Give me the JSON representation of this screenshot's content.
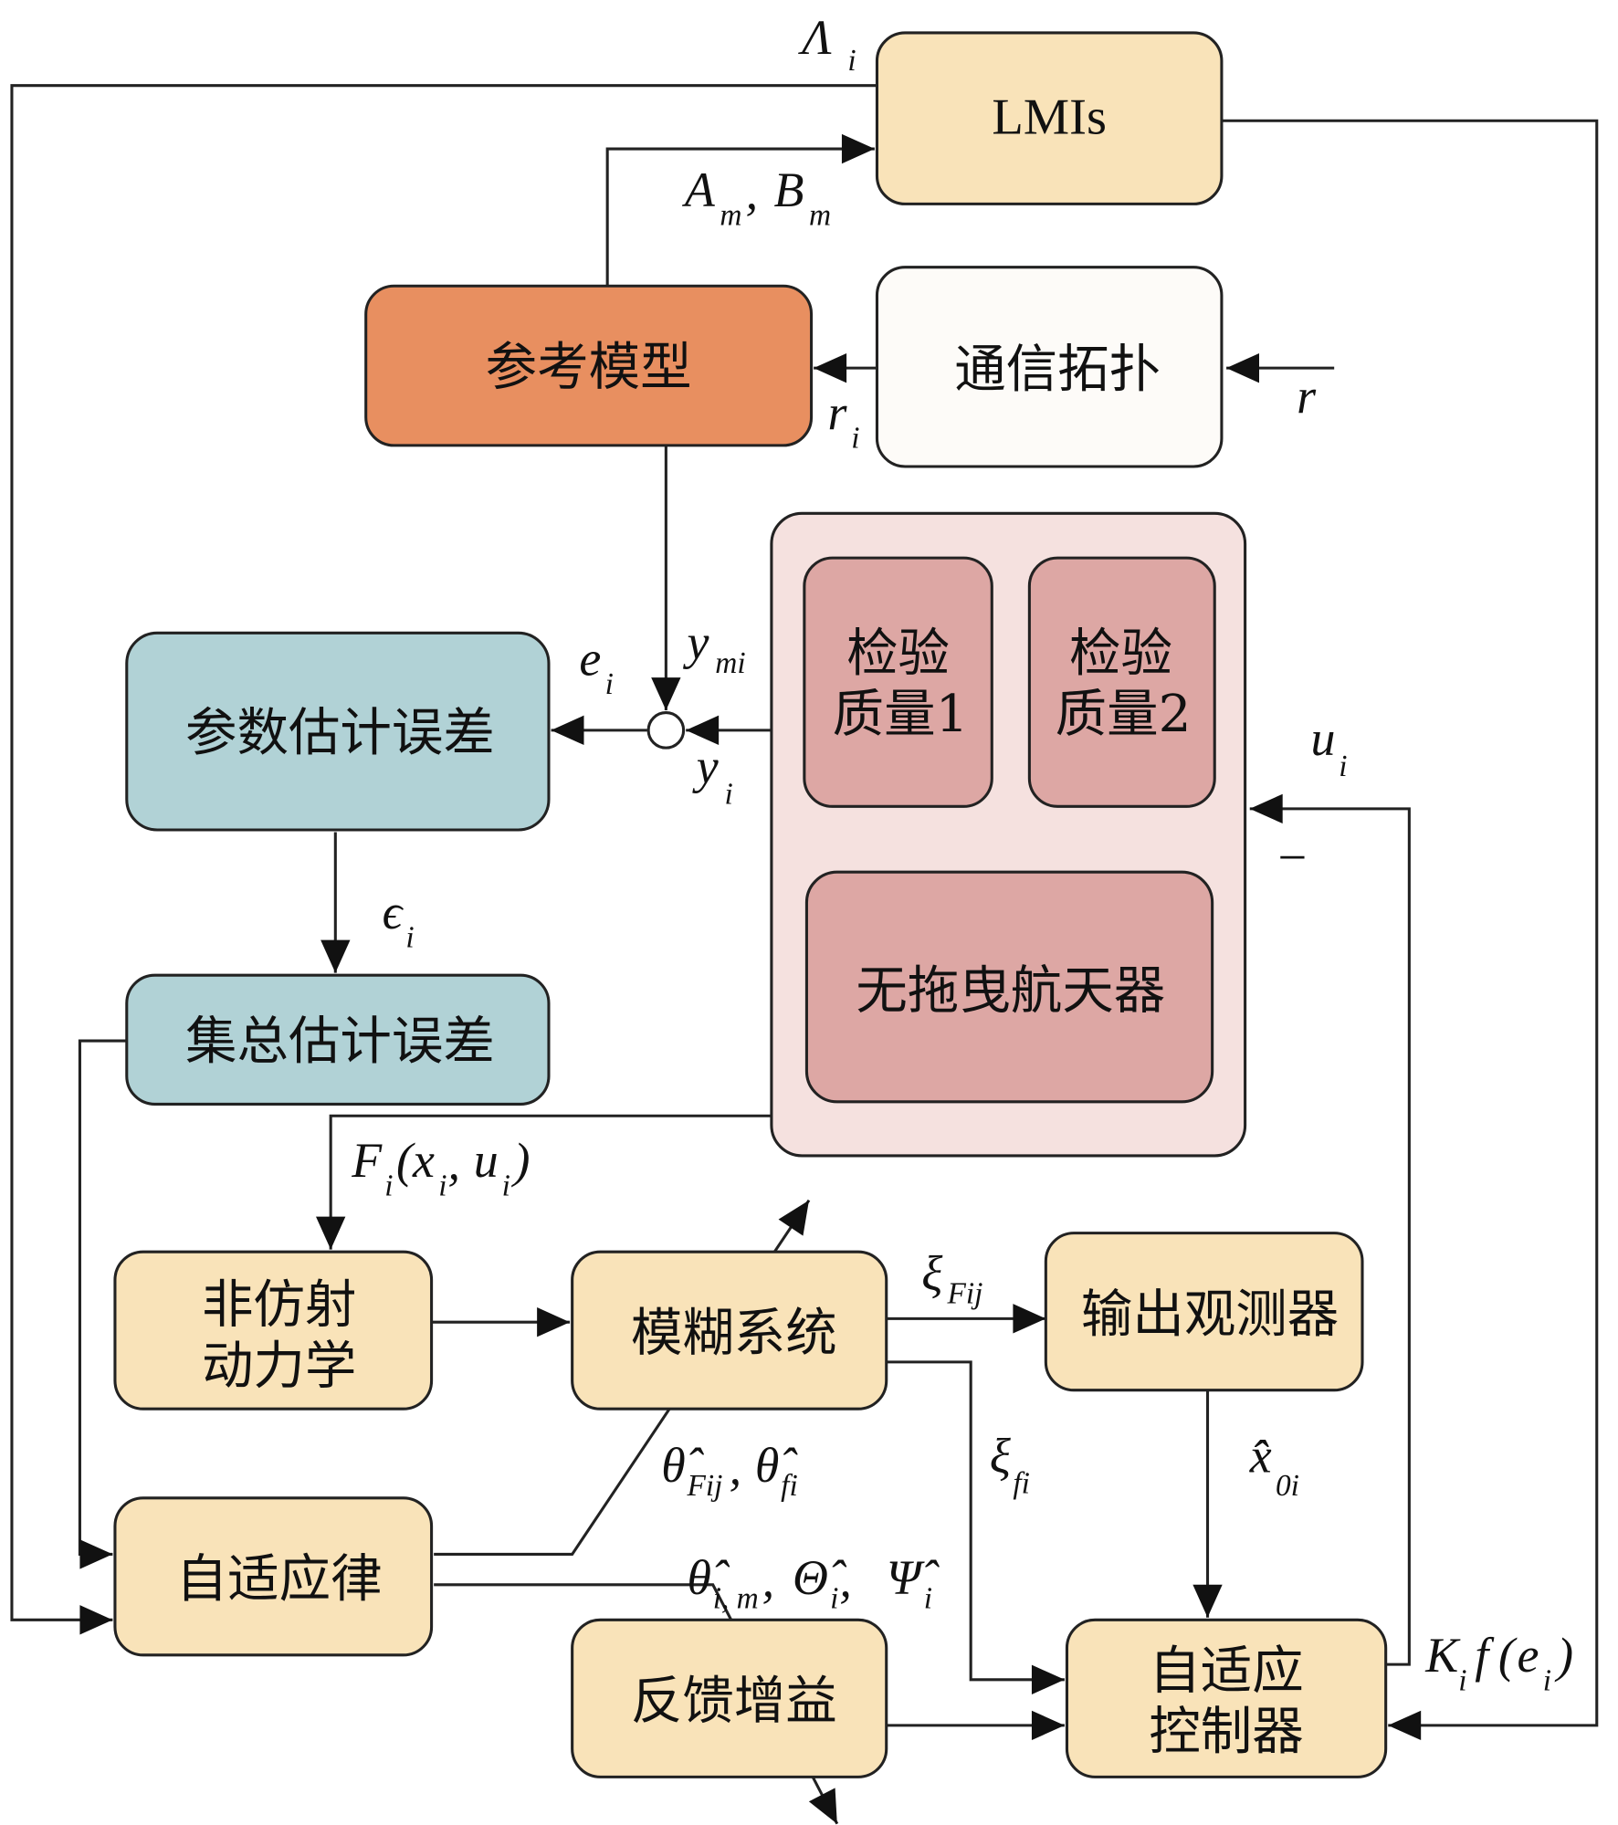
{
  "colors": {
    "lmi_fill": "#f9e3b9",
    "orange_fill": "#e88f60",
    "white_fill": "#fdfbf8",
    "teal_fill": "#b1d2d6",
    "pink_outer": "#f5e1df",
    "pink_inner": "#dda7a4",
    "yellow_fill": "#f9e3b9"
  },
  "blocks": {
    "lmis": "LMIs",
    "reference_model": "参考模型",
    "communication_topology": "通信拓扑",
    "parameter_estimation_error": "参数估计误差",
    "lumped_estimation_error": "集总估计误差",
    "proof_mass_1": [
      "检验",
      "质量1"
    ],
    "proof_mass_2": [
      "检验",
      "质量2"
    ],
    "drag_free_spacecraft": "无拖曳航天器",
    "non_affine_dynamics": [
      "非仿射",
      "动力学"
    ],
    "fuzzy_system": "模糊系统",
    "output_observer": "输出观测器",
    "adaptive_law": "自适应律",
    "feedback_gain": "反馈增益",
    "adaptive_controller": [
      "自适应",
      "控制器"
    ]
  },
  "signals": {
    "lambda": {
      "main": "Λ",
      "sub": "i"
    },
    "am_bm": {
      "a": "A",
      "a_sub": "m",
      "sep": ",",
      "b": "B",
      "b_sub": "m"
    },
    "r_i": {
      "main": "r",
      "sub": "i"
    },
    "r": "r",
    "y_mi": {
      "main": "y",
      "sub": "mi"
    },
    "e_i": {
      "main": "e",
      "sub": "i"
    },
    "y_i": {
      "main": "y",
      "sub": "i"
    },
    "u_i": {
      "main": "u",
      "sub": "i"
    },
    "minus": "−",
    "epsilon_i": {
      "main": "ϵ",
      "sub": "i"
    },
    "F_i": {
      "F": "F",
      "s1": "i",
      "open": "(",
      "x": "x",
      "s2": "i",
      "comma": ",",
      "u": "u",
      "s3": "i",
      "close": ")"
    },
    "xi_Fij": {
      "main": "ξ",
      "sub": "Fij"
    },
    "xi_fi": {
      "main": "ξ",
      "sub": "fi"
    },
    "theta_hat_F": {
      "main": "θ̂",
      "sub": "Fij",
      "sep": ",",
      "main2": "θ̂",
      "sub2": "fi"
    },
    "x_hat_0i": {
      "main": "x̂̂",
      "sub": "0i"
    },
    "theta_group": {
      "t": "θ̂",
      "t_sub": "i, m",
      "sep1": ",",
      "T": "Θ̂",
      "T_sub": "i",
      "sep2": ",",
      "P": "Ψ̂",
      "P_sub": "i"
    },
    "K_f_e": {
      "K": "K",
      "K_sub": "i",
      "f": "f",
      "open": "(",
      "e": "e",
      "e_sub": "i",
      "close": ")"
    }
  }
}
